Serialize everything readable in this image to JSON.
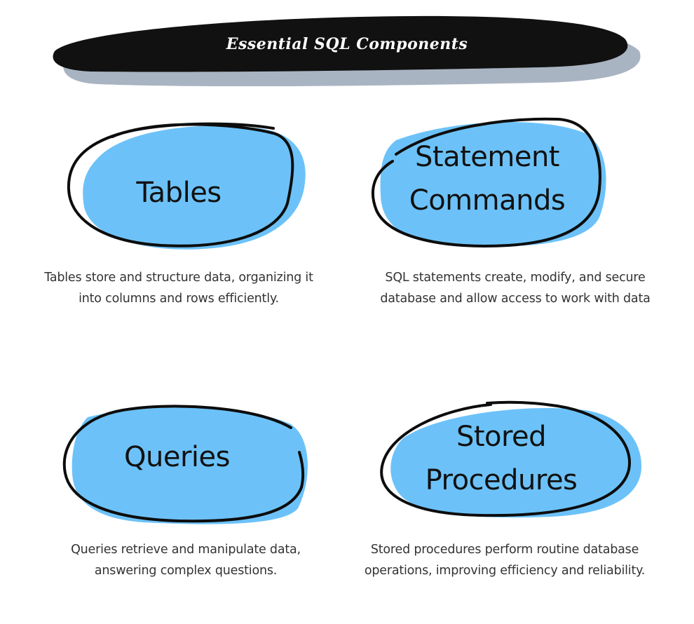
{
  "title": "Essential SQL Components",
  "colors": {
    "accent": "#6cc2f8",
    "outline": "#0d0d0d",
    "banner": "#111111",
    "banner_shadow": "#a9b4c2"
  },
  "cards": [
    {
      "label_lines": [
        "Tables"
      ],
      "description": "Tables store and structure data, organizing it into columns and rows efficiently."
    },
    {
      "label_lines": [
        "Statement",
        "Commands"
      ],
      "description": "SQL statements create, modify, and secure database and allow access to work with data"
    },
    {
      "label_lines": [
        "Queries"
      ],
      "description": "Queries retrieve and manipulate data, answering complex questions."
    },
    {
      "label_lines": [
        "Stored",
        "Procedures"
      ],
      "description": "Stored procedures perform routine database operations, improving efficiency and reliability."
    }
  ]
}
